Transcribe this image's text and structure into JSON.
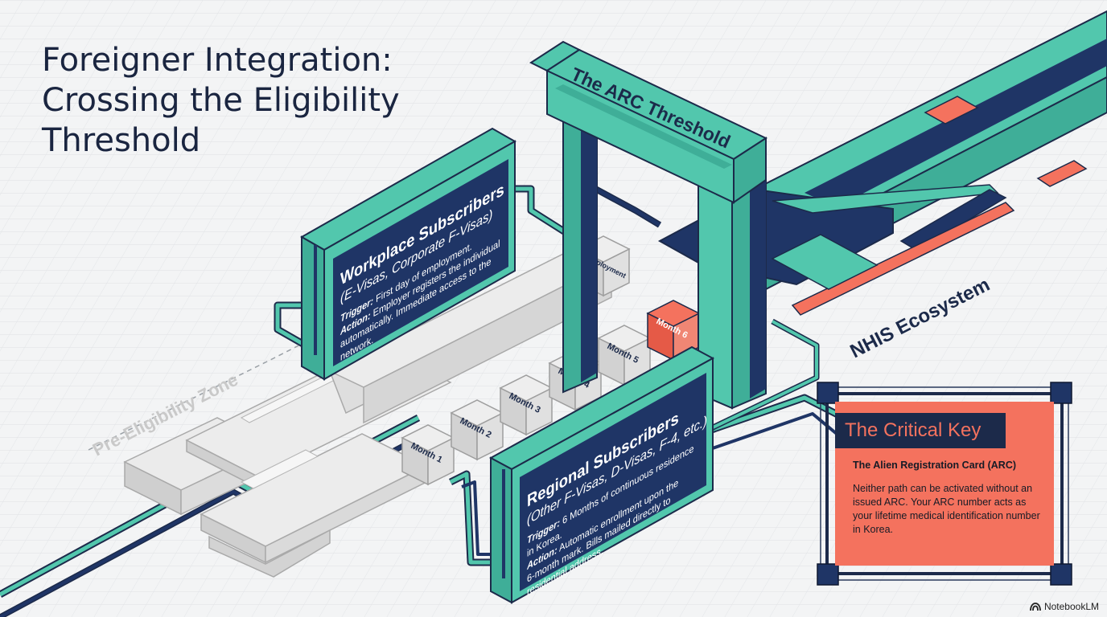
{
  "title": {
    "line1": "Foreigner Integration:",
    "line2": "Crossing the Eligibility",
    "line3": "Threshold"
  },
  "zones": {
    "pre_eligibility": "Pre-Eligibility Zone",
    "nhis": "NHIS Ecosystem",
    "gate": "The ARC Threshold"
  },
  "steps": {
    "employment": "Employment",
    "months": [
      "Month 1",
      "Month 2",
      "Month 3",
      "Month 4",
      "Month 5",
      "Month 6"
    ]
  },
  "workplace": {
    "heading": "Workplace Subscribers",
    "subheading": "(E-Visas, Corporate F-Visas)",
    "trigger_label": "Trigger:",
    "trigger_text": " First day of employment.",
    "action_label": "Action:",
    "action_text_1": " Employer registers the individual",
    "action_text_2": "automatically. Immediate access to the",
    "action_text_3": "network."
  },
  "regional": {
    "heading": "Regional Subscribers",
    "subheading": "(Other F-Visas, D-Visas, F-4, etc.)",
    "trigger_label": "Trigger:",
    "trigger_text_1": " 6 Months of continuous residence",
    "trigger_text_2": "in Korea.",
    "action_label": "Action:",
    "action_text_1": " Automatic enrollment upon the",
    "action_text_2": "6-month mark. Bills mailed directly to",
    "action_text_3": "residential address."
  },
  "key": {
    "title": "The Critical Key",
    "subtitle": "The Alien Registration Card (ARC)",
    "body": "Neither path can be activated without an issued ARC. Your ARC number acts as your lifetime medical identification number in Korea."
  },
  "brand": "NotebookLM",
  "colors": {
    "teal": "#52c7ad",
    "navy": "#1f3566",
    "coral": "#f4725e",
    "gray": "#d9d9d9",
    "background": "#f3f4f5"
  }
}
